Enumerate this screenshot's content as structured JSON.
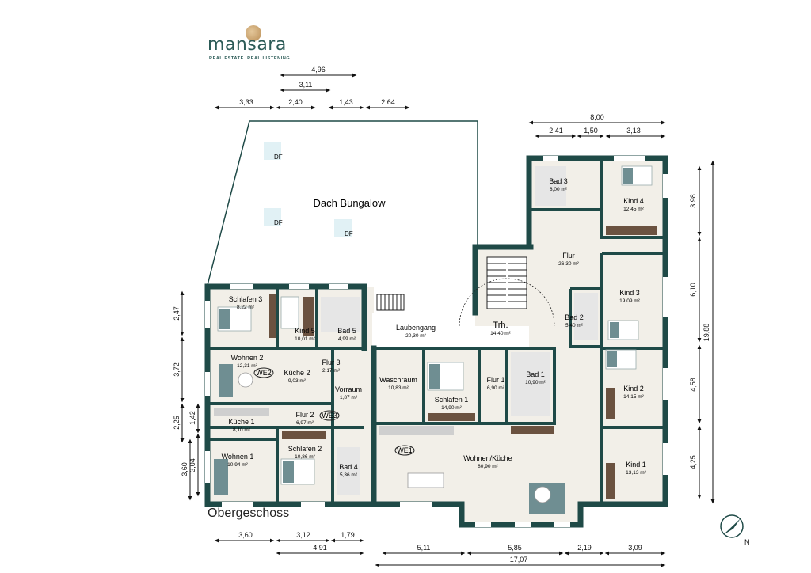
{
  "brand": {
    "name": "mansara",
    "tagline": "REAL ESTATE. REAL LISTENING."
  },
  "floor_label": "Obergeschoss",
  "roof": {
    "label": "Dach Bungalow",
    "skylight_label": "DF"
  },
  "rooms": [
    {
      "name": "Bad 3",
      "area": "8,00 m²"
    },
    {
      "name": "Kind 4",
      "area": "12,45 m²"
    },
    {
      "name": "Flur",
      "area": "26,30 m²"
    },
    {
      "name": "Kind 3",
      "area": "19,09 m²"
    },
    {
      "name": "Bad 2",
      "area": "5,40 m²"
    },
    {
      "name": "Trh.",
      "area": "14,40 m²"
    },
    {
      "name": "Laubengang",
      "area": "20,30 m²"
    },
    {
      "name": "Schlafen 3",
      "area": "8,22 m²"
    },
    {
      "name": "Kind 5",
      "area": "10,01 m²"
    },
    {
      "name": "Bad 5",
      "area": "4,99 m²"
    },
    {
      "name": "Wohnen 2",
      "area": "12,31 m²"
    },
    {
      "name": "Küche 2",
      "area": "9,03 m²"
    },
    {
      "name": "Flur 3",
      "area": "2,17 m²"
    },
    {
      "name": "Vorraum",
      "area": "1,87 m²"
    },
    {
      "name": "Waschraum",
      "area": "10,83 m²"
    },
    {
      "name": "Schlafen 1",
      "area": "14,90 m²"
    },
    {
      "name": "Flur 1",
      "area": "6,90 m²"
    },
    {
      "name": "Bad 1",
      "area": "10,90 m²"
    },
    {
      "name": "Kind 2",
      "area": "14,15 m²"
    },
    {
      "name": "Küche 1",
      "area": "8,10 m²"
    },
    {
      "name": "Flur 2",
      "area": "6,97 m²"
    },
    {
      "name": "Schlafen 2",
      "area": "10,86 m²"
    },
    {
      "name": "Bad 4",
      "area": "5,36 m²"
    },
    {
      "name": "Wohnen 1",
      "area": "10,94 m²"
    },
    {
      "name": "Wohnen/Küche",
      "area": "80,90 m²"
    },
    {
      "name": "Kind 1",
      "area": "13,13 m²"
    }
  ],
  "units": [
    "WE1",
    "WE2",
    "WE3"
  ],
  "dimensions": {
    "top": [
      "4,96",
      "3,11",
      "3,33",
      "2,40",
      "1,43",
      "2,64"
    ],
    "top_right": [
      "8,00",
      "2,41",
      "1,50",
      "3,13"
    ],
    "right": [
      "3,98",
      "6,10",
      "19,88",
      "4,58",
      "4,25"
    ],
    "left": [
      "2,47",
      "3,72",
      "2,25",
      "1,42",
      "3,60",
      "3,04"
    ],
    "bottom": [
      "3,60",
      "3,12",
      "1,79",
      "4,91",
      "5,11",
      "5,85",
      "2,19",
      "3,09",
      "17,07"
    ]
  },
  "compass": {
    "label": "N"
  },
  "colors": {
    "wall": "#1f4a47",
    "floor": "#f2efe8",
    "brand": "#2c5b57",
    "wood": "#6b5240",
    "sofa": "#6f8e92"
  }
}
